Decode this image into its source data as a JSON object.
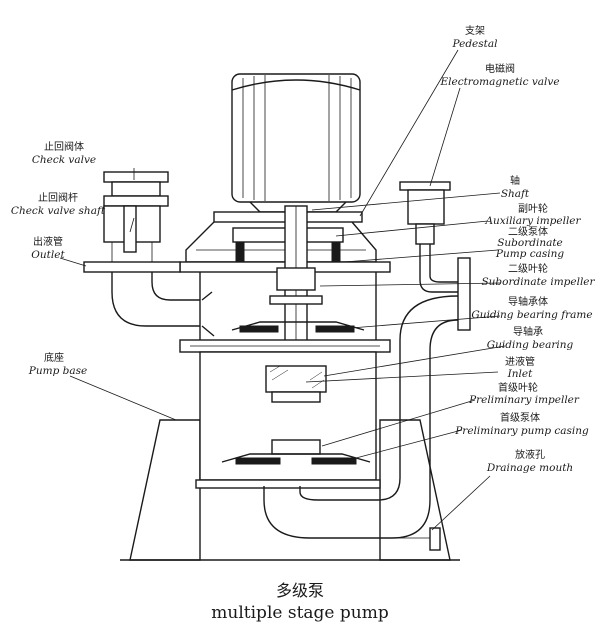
{
  "labels": {
    "pedestal": {
      "zh": "支架",
      "en": "Pedestal"
    },
    "electromagnetic_valve": {
      "zh": "电磁阀",
      "en": "Electromagnetic valve"
    },
    "check_valve": {
      "zh": "止回阀体",
      "en": "Check valve"
    },
    "check_valve_shaft": {
      "zh": "止回阀杆",
      "en": "Check valve shaft"
    },
    "outlet": {
      "zh": "出液管",
      "en": "Outlet"
    },
    "shaft": {
      "zh": "轴",
      "en": "Shaft"
    },
    "auxiliary_impeller": {
      "zh": "副叶轮",
      "en": "Auxiliary impeller"
    },
    "subordinate_pump_casing": {
      "zh": "二级泵体",
      "en1": "Subordinate",
      "en2": "Pump casing"
    },
    "subordinate_impeller": {
      "zh": "二级叶轮",
      "en": "Subordinate impeller"
    },
    "guiding_bearing_frame": {
      "zh": "导轴承体",
      "en": "Guiding bearing frame"
    },
    "guiding_bearing": {
      "zh": "导轴承",
      "en": "Guiding bearing"
    },
    "inlet": {
      "zh": "进液管",
      "en": "Inlet"
    },
    "preliminary_impeller": {
      "zh": "首级叶轮",
      "en": "Preliminary impeller"
    },
    "preliminary_pump_casing": {
      "zh": "首级泵体",
      "en": "Preliminary pump casing"
    },
    "drainage_mouth": {
      "zh": "放液孔",
      "en": "Drainage mouth"
    },
    "pump_base": {
      "zh": "底座",
      "en": "Pump base"
    }
  },
  "caption": {
    "zh": "多级泵",
    "en": "multiple stage pump"
  }
}
